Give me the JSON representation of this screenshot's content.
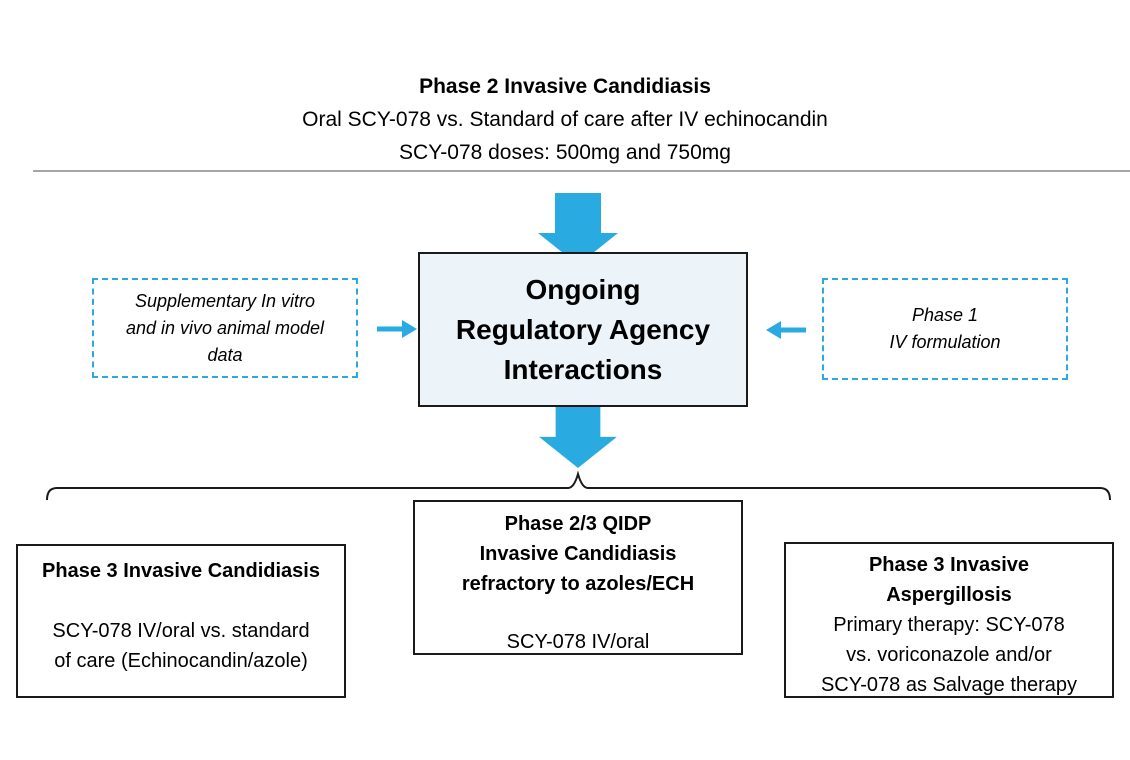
{
  "colors": {
    "arrow_blue": "#29abe2",
    "dashed_border_blue": "#29abe2",
    "center_box_fill": "#ecf4f9",
    "box_border": "#1a1a1a",
    "divider_gray": "#a6a6a6",
    "text": "#000000"
  },
  "header": {
    "title": "Phase 2 Invasive Candidiasis",
    "subtitle1": "Oral SCY-078 vs. Standard of care after IV echinocandin",
    "subtitle2": "SCY-078 doses: 500mg and 750mg"
  },
  "center_box": {
    "lines": [
      "Ongoing",
      "Regulatory Agency",
      "Interactions"
    ]
  },
  "left_dashed_box": {
    "lines": [
      "Supplementary In vitro",
      "and in vivo animal model",
      "data"
    ]
  },
  "right_dashed_box": {
    "lines": [
      "Phase 1",
      "IV formulation"
    ]
  },
  "bottom_boxes": {
    "left": {
      "title": "Phase 3 Invasive Candidiasis",
      "body_lines": [
        "SCY-078 IV/oral vs. standard",
        "of care (Echinocandin/azole)"
      ]
    },
    "middle": {
      "title_lines": [
        "Phase 2/3 QIDP",
        "Invasive Candidiasis",
        "refractory to azoles/ECH"
      ],
      "body": "SCY-078 IV/oral"
    },
    "right": {
      "title_lines": [
        "Phase 3 Invasive",
        "Aspergillosis"
      ],
      "body_lines": [
        "Primary therapy: SCY-078",
        "vs. voriconazole  and/or",
        "SCY-078 as Salvage therapy"
      ]
    }
  }
}
